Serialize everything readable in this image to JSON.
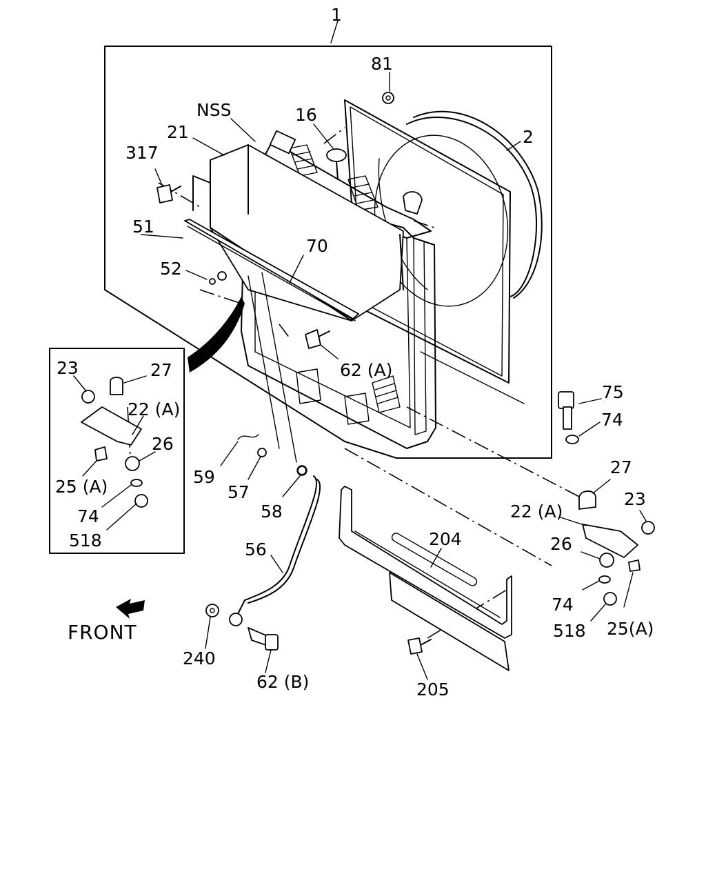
{
  "diagram": {
    "front_label": "FRONT",
    "callouts": {
      "c1": "1",
      "c81": "81",
      "c2": "2",
      "c16": "16",
      "cNSS": "NSS",
      "c21": "21",
      "c317": "317",
      "c51": "51",
      "c52": "52",
      "c70": "70",
      "c62A": "62 (A)",
      "c75": "75",
      "c74r": "74",
      "c27r": "27",
      "c23r": "23",
      "c22Ar": "22 (A)",
      "c26r": "26",
      "c74r2": "74",
      "c518r": "518",
      "c25Ar": "25(A)",
      "c204": "204",
      "c205": "205",
      "c59": "59",
      "c57": "57",
      "c58": "58",
      "c56": "56",
      "c240": "240",
      "c62B": "62 (B)",
      "c23l": "23",
      "c27l": "27",
      "c22Al": "22 (A)",
      "c26l": "26",
      "c25Al": "25 (A)",
      "c74l": "74",
      "c518l": "518"
    }
  }
}
